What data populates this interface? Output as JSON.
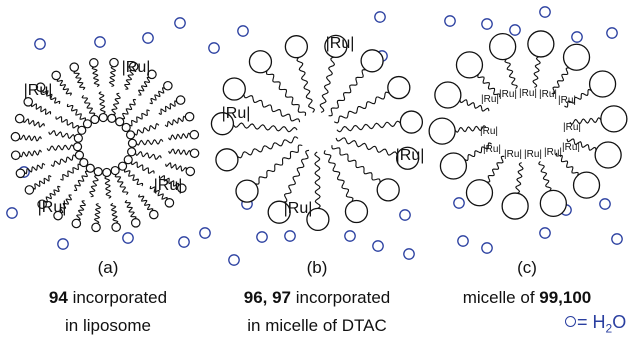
{
  "panels": [
    {
      "label": "(a)",
      "caption_bold": "94",
      "caption_rest": " incorporated",
      "caption_line2": "in liposome"
    },
    {
      "label": "(b)",
      "caption_bold": "96, 97",
      "caption_rest": " incorporated",
      "caption_line2": "in micelle of DTAC"
    },
    {
      "label": "(c)",
      "caption_pre": "micelle of ",
      "caption_bold": "99,100",
      "caption_line2": ""
    }
  ],
  "ru_label": "Ru",
  "legend": {
    "eq": "= H",
    "sub": "2",
    "tail": "O"
  },
  "colors": {
    "water": "#2a3fa0",
    "line": "#111111"
  }
}
